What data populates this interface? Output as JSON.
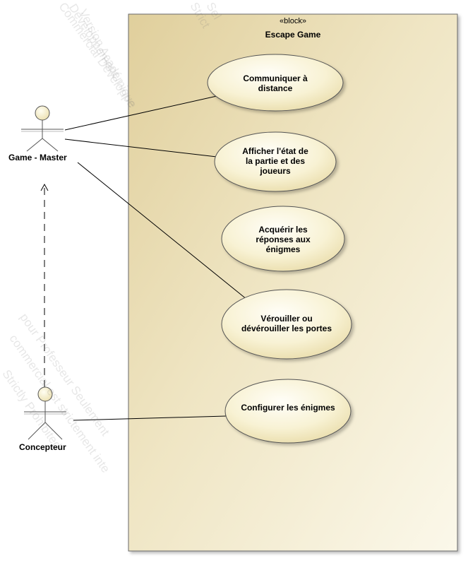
{
  "block": {
    "stereotype": "«block»",
    "title": "Escape Game"
  },
  "actors": [
    {
      "id": "game-master",
      "name": "Game - Master"
    },
    {
      "id": "concepteur",
      "name": "Concepteur"
    }
  ],
  "use_cases": [
    {
      "id": "uc1",
      "label": "Communiquer à\ndistance"
    },
    {
      "id": "uc2",
      "label": "Afficher l'état de\nla partie et des\njoueurs"
    },
    {
      "id": "uc3",
      "label": "Acquérir les\nréponses aux\nénigmes"
    },
    {
      "id": "uc4",
      "label": "Vérouiller ou\ndévérouiller les portes"
    },
    {
      "id": "uc5",
      "label": "Configurer les énigmes"
    }
  ],
  "associations": [
    {
      "from": "game-master",
      "to": "uc1"
    },
    {
      "from": "game-master",
      "to": "uc2"
    },
    {
      "from": "game-master",
      "to": "uc4"
    },
    {
      "from": "concepteur",
      "to": "uc5"
    }
  ],
  "generalizations": [
    {
      "from": "concepteur",
      "to": "game-master",
      "style": "dashed"
    }
  ],
  "watermarks": [
    "Version Académique",
    "Développement",
    "Commercial Développe",
    "pour Professeur Seulement",
    "commercial est strictement inte",
    "Strictly Prohibited",
    "Strict",
    "Sel"
  ],
  "colors": {
    "block_fill_light": "#fbf8ea",
    "block_fill_dark": "#e3d3a2",
    "block_border": "#6a6a6a",
    "usecase_fill_light": "#fffef6",
    "usecase_fill_dark": "#ece1b4",
    "line": "#000000"
  }
}
